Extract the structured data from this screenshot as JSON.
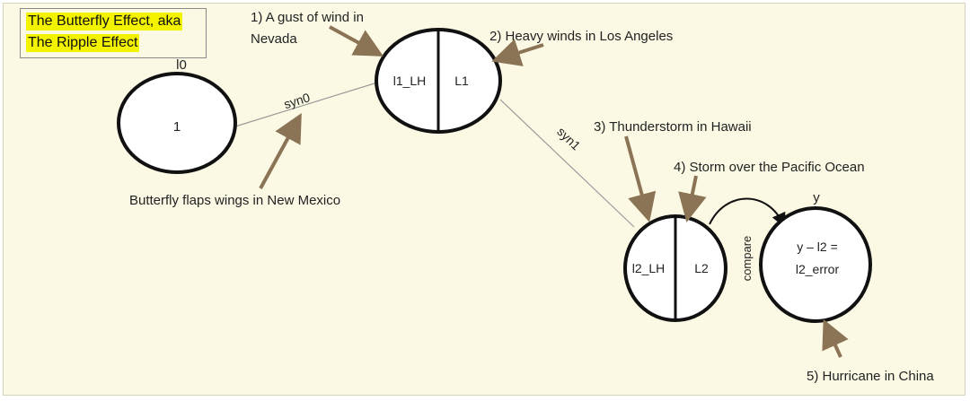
{
  "title": {
    "line1": "The Butterfly Effect, aka",
    "line2": "The Ripple Effect"
  },
  "nodes": {
    "l0_label": "l0",
    "l0_value": "1",
    "l1_left": "l1_LH",
    "l1_right": "L1",
    "l2_left": "l2_LH",
    "l2_right": "L2",
    "y_label": "y",
    "error_line1": "y – l2 =",
    "error_line2": "l2_error"
  },
  "edges": {
    "syn0": "syn0",
    "syn1": "syn1",
    "compare": "compare"
  },
  "annotations": {
    "step1_line1": "1) A gust of wind in",
    "step1_line2": "Nevada",
    "step2": "2) Heavy winds in Los Angeles",
    "step3": "3) Thunderstorm in Hawaii",
    "step4": "4) Storm over the Pacific Ocean",
    "step5": "5) Hurricane in China",
    "butterfly": "Butterfly flaps wings in New Mexico"
  },
  "colors": {
    "background": "#fbf9e4",
    "highlight": "#f3f300",
    "arrow": "#8b7355",
    "node_stroke": "#111111",
    "connector": "#9a9a9a"
  }
}
